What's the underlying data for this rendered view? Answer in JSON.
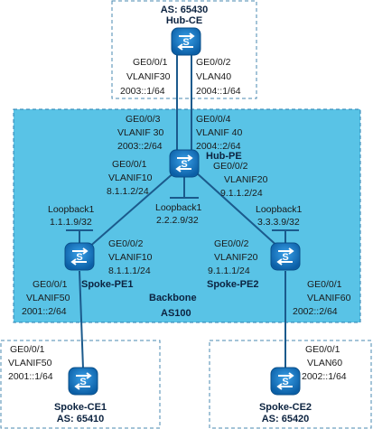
{
  "nodes": {
    "hub_ce": {
      "name": "Hub-CE",
      "as": "AS: 65430"
    },
    "hub_pe": {
      "name": "Hub-PE"
    },
    "spoke_pe1": {
      "name": "Spoke-PE1"
    },
    "spoke_pe2": {
      "name": "Spoke-PE2"
    },
    "spoke_ce1": {
      "name": "Spoke-CE1",
      "as": "AS: 65410"
    },
    "spoke_ce2": {
      "name": "Spoke-CE2",
      "as": "AS: 65420"
    }
  },
  "backbone": {
    "label": "Backbone",
    "as": "AS100"
  },
  "interfaces": {
    "hubce_left": [
      "GE0/0/1",
      "VLANIF30",
      "2003::1/64"
    ],
    "hubce_right": [
      "GE0/0/2",
      "VLAN40",
      "2004::1/64"
    ],
    "hubpe_left": [
      "GE0/0/3",
      "VLANIF 30",
      "2003::2/64"
    ],
    "hubpe_right": [
      "GE0/0/4",
      "VLANIF 40",
      "2004::2/64"
    ],
    "hubpe_to_pe1": [
      "GE0/0/1",
      "VLANIF10",
      "8.1.1.2/24"
    ],
    "hubpe_to_pe2": [
      "GE0/0/2",
      "VLANIF20",
      "9.1.1.2/24"
    ],
    "hubpe_loopback": [
      "Loopback1",
      "2.2.2.9/32"
    ],
    "pe1_loopback": [
      "Loopback1",
      "1.1.1.9/32"
    ],
    "pe2_loopback": [
      "Loopback1",
      "3.3.3.9/32"
    ],
    "pe1_to_hub": [
      "GE0/0/2",
      "VLANIF10",
      "8.1.1.1/24"
    ],
    "pe2_to_hub": [
      "GE0/0/2",
      "VLANIF20",
      "9.1.1.1/24"
    ],
    "pe1_down": [
      "GE0/0/1",
      "VLANIF50",
      "2001::2/64"
    ],
    "pe2_down": [
      "GE0/0/1",
      "VLANIF60",
      "2002::2/64"
    ],
    "ce1_up": [
      "GE0/0/1",
      "VLANIF50",
      "2001::1/64"
    ],
    "ce2_up": [
      "GE0/0/1",
      "VLAN60",
      "2002::1/64"
    ]
  },
  "colors": {
    "backbone_fill": "#59c3e6",
    "router": "#0d6fb8",
    "line": "#1b5a8c",
    "border": "#4a88b0"
  }
}
